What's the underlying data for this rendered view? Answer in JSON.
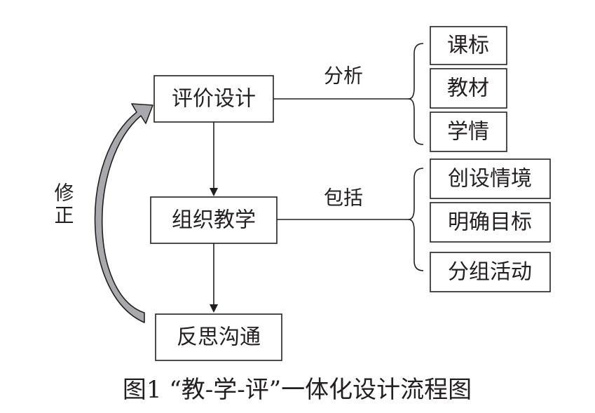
{
  "diagram": {
    "main_steps": {
      "design": "评价设计",
      "teach": "组织教学",
      "reflect": "反思沟通"
    },
    "feedback_label": "修正",
    "edges": {
      "analysis_label": "分析",
      "includes_label": "包括"
    },
    "analysis_items": [
      "课标",
      "教材",
      "学情"
    ],
    "teaching_items": [
      "创设情境",
      "明确目标",
      "分组活动"
    ],
    "caption": "图1 “教-学-评”一体化设计流程图"
  },
  "colors": {
    "ink": "#231f20",
    "feedback_arrow_fill": "#a7a9ac"
  }
}
